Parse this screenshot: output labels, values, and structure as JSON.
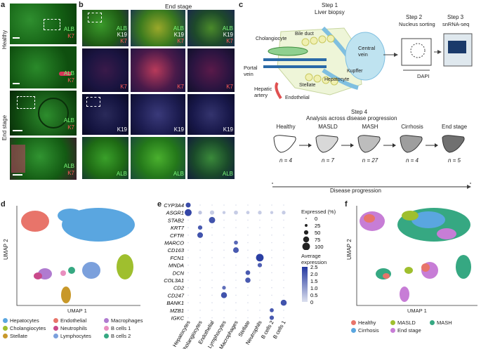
{
  "panels": {
    "a": {
      "letter": "a",
      "healthy_label": "Healthy",
      "end_label": "End stage",
      "tiles": [
        {
          "l1": "ALB",
          "l2": "K7"
        },
        {
          "l1": "ALB",
          "l2": "K7"
        },
        {
          "l1": "ALB",
          "l2": "K7"
        },
        {
          "l1": "ALB",
          "l2": "K7"
        }
      ]
    },
    "b": {
      "letter": "b",
      "title": "End stage",
      "rows": [
        {
          "l1": "ALB",
          "l2": "K19",
          "l3": "K7"
        },
        {
          "l1": "",
          "l2": "",
          "l3": "K7"
        },
        {
          "l1": "",
          "l2": "K19",
          "l3": ""
        },
        {
          "l1": "ALB",
          "l2": "",
          "l3": ""
        }
      ]
    },
    "c": {
      "letter": "c",
      "step1": "Step 1",
      "step1_sub": "Liver biopsy",
      "step2": "Step 2",
      "step2_sub": "Nucleus sorting",
      "step3": "Step 3",
      "step3_sub": "snRNA-seq",
      "dapi": "DAPI",
      "labels": {
        "cholangiocyte": "Cholangiocyte",
        "bile_duct": "Bile duct",
        "central_vein": "Central vein",
        "portal_vein": "Portal vein",
        "kupffer": "Kupffer",
        "hepatic_artery": "Hepatic artery",
        "stellate": "Stellate",
        "hepatocyte": "Hepatocyte",
        "endothelial": "Endothelial"
      },
      "step4": "Step 4",
      "step4_sub": "Analysis across disease progression",
      "stages": [
        {
          "name": "Healthy",
          "n": "n = 4",
          "color": "#ffffff"
        },
        {
          "name": "MASLD",
          "n": "n = 7",
          "color": "#d8d8d8"
        },
        {
          "name": "MASH",
          "n": "n = 27",
          "color": "#bdbdbd"
        },
        {
          "name": "Cirrhosis",
          "n": "n = 4",
          "color": "#9e9e9e"
        },
        {
          "name": "End stage",
          "n": "n = 5",
          "color": "#707070"
        }
      ],
      "progression": "Disease progression"
    },
    "d": {
      "letter": "d",
      "xlabel": "UMAP 1",
      "ylabel": "UMAP 2",
      "legend": [
        {
          "name": "Hepatocytes",
          "color": "#5aa6e0"
        },
        {
          "name": "Endothelial",
          "color": "#e8746a"
        },
        {
          "name": "Macrophages",
          "color": "#b07bd0"
        },
        {
          "name": "Cholangiocytes",
          "color": "#9fbf2e"
        },
        {
          "name": "Neutrophils",
          "color": "#c9498a"
        },
        {
          "name": "B cells 1",
          "color": "#e98fbf"
        },
        {
          "name": "Stellate",
          "color": "#c8982a"
        },
        {
          "name": "Lymphocytes",
          "color": "#7ba0dc"
        },
        {
          "name": "B cells 2",
          "color": "#36a882"
        }
      ]
    },
    "e": {
      "letter": "e",
      "size_title": "Expressed (%)",
      "size_ticks": [
        "0",
        "25",
        "50",
        "75",
        "100"
      ],
      "color_title": "Average expression",
      "color_ticks": [
        "2.5",
        "2.0",
        "1.5",
        "1.0",
        "0.5",
        "0"
      ]
    },
    "f": {
      "letter": "f",
      "xlabel": "UMAP 1",
      "ylabel": "UMAP 2",
      "legend": [
        {
          "name": "Healthy",
          "color": "#e8746a"
        },
        {
          "name": "MASLD",
          "color": "#9fbf2e"
        },
        {
          "name": "MASH",
          "color": "#36a882"
        },
        {
          "name": "Cirrhosis",
          "color": "#5aa6e0"
        },
        {
          "name": "End stage",
          "color": "#c77dd6"
        }
      ]
    }
  },
  "chart_data": {
    "type": "scatter",
    "title": "",
    "genes": [
      "CYP3A4",
      "ASGR1",
      "STAB2",
      "KRT7",
      "CFTR",
      "MARCO",
      "CD163",
      "FCN1",
      "MNDA",
      "DCN",
      "COL3A1",
      "CD2",
      "CD247",
      "BANK1",
      "MZB1",
      "IGKC"
    ],
    "cell_types": [
      "Hepatocytes",
      "Cholangiocytes",
      "Endothelial",
      "Lymphocytes",
      "Macrophages",
      "Stellate",
      "Neutrophils",
      "B cells 2",
      "B cells 1"
    ],
    "x_axis": "cell type",
    "y_axis": "gene",
    "size_legend_range": [
      0,
      100
    ],
    "color_legend_range": [
      0,
      2.5
    ],
    "points": [
      {
        "gene": "CYP3A4",
        "cell": "Hepatocytes",
        "pct": 60,
        "avg": 2.2
      },
      {
        "gene": "ASGR1",
        "cell": "Hepatocytes",
        "pct": 90,
        "avg": 2.3
      },
      {
        "gene": "ASGR1",
        "cell": "Cholangiocytes",
        "pct": 40,
        "avg": 0.4
      },
      {
        "gene": "ASGR1",
        "cell": "Endothelial",
        "pct": 50,
        "avg": 0.3
      },
      {
        "gene": "ASGR1",
        "cell": "Lymphocytes",
        "pct": 30,
        "avg": 0.3
      },
      {
        "gene": "ASGR1",
        "cell": "Macrophages",
        "pct": 45,
        "avg": 0.3
      },
      {
        "gene": "ASGR1",
        "cell": "Stellate",
        "pct": 35,
        "avg": 0.3
      },
      {
        "gene": "ASGR1",
        "cell": "Neutrophils",
        "pct": 40,
        "avg": 0.3
      },
      {
        "gene": "ASGR1",
        "cell": "B cells 2",
        "pct": 30,
        "avg": 0.3
      },
      {
        "gene": "ASGR1",
        "cell": "B cells 1",
        "pct": 40,
        "avg": 0.3
      },
      {
        "gene": "STAB2",
        "cell": "Endothelial",
        "pct": 80,
        "avg": 2.1
      },
      {
        "gene": "KRT7",
        "cell": "Cholangiocytes",
        "pct": 50,
        "avg": 2.0
      },
      {
        "gene": "CFTR",
        "cell": "Cholangiocytes",
        "pct": 70,
        "avg": 2.1
      },
      {
        "gene": "MARCO",
        "cell": "Macrophages",
        "pct": 45,
        "avg": 1.8
      },
      {
        "gene": "CD163",
        "cell": "Macrophages",
        "pct": 70,
        "avg": 2.0
      },
      {
        "gene": "FCN1",
        "cell": "Neutrophils",
        "pct": 100,
        "avg": 2.4
      },
      {
        "gene": "MNDA",
        "cell": "Neutrophils",
        "pct": 50,
        "avg": 1.9
      },
      {
        "gene": "DCN",
        "cell": "Stellate",
        "pct": 55,
        "avg": 2.0
      },
      {
        "gene": "COL3A1",
        "cell": "Stellate",
        "pct": 65,
        "avg": 2.0
      },
      {
        "gene": "CD2",
        "cell": "Lymphocytes",
        "pct": 40,
        "avg": 1.7
      },
      {
        "gene": "CD247",
        "cell": "Lymphocytes",
        "pct": 75,
        "avg": 2.1
      },
      {
        "gene": "BANK1",
        "cell": "B cells 1",
        "pct": 75,
        "avg": 2.1
      },
      {
        "gene": "MZB1",
        "cell": "B cells 2",
        "pct": 45,
        "avg": 2.0
      },
      {
        "gene": "IGKC",
        "cell": "B cells 2",
        "pct": 50,
        "avg": 2.0
      }
    ]
  }
}
